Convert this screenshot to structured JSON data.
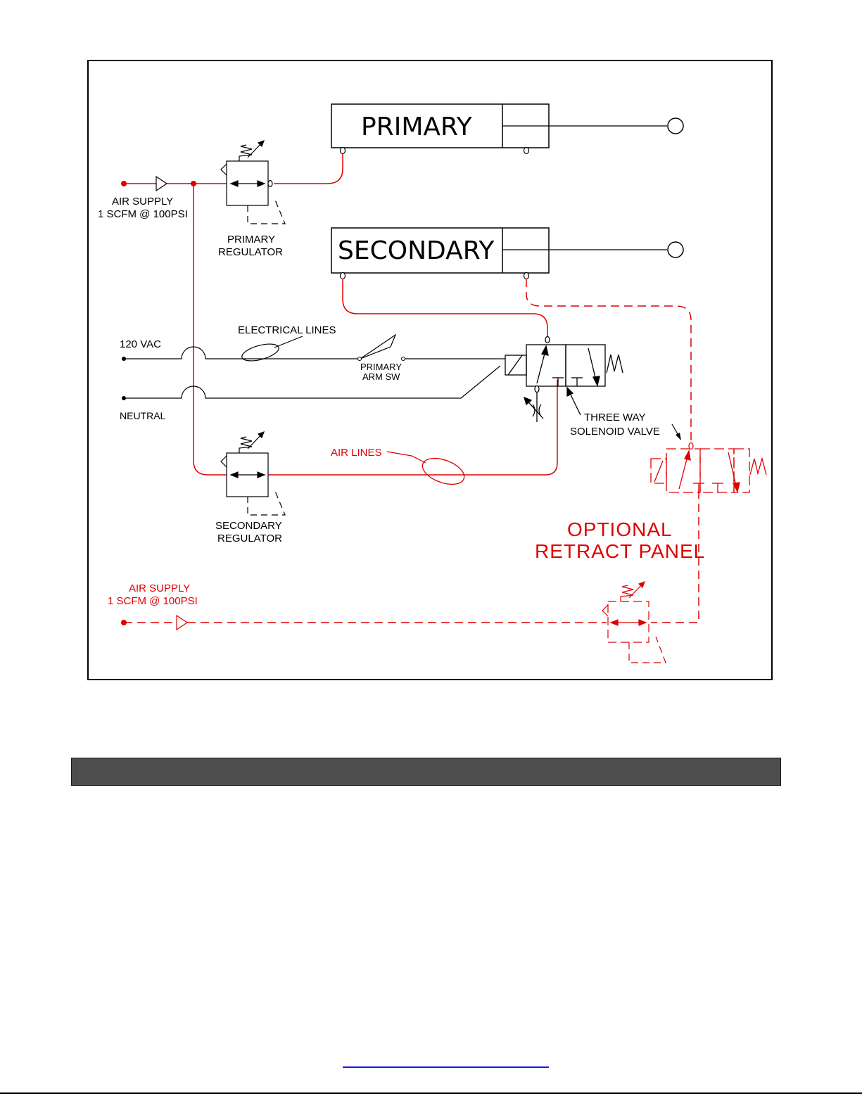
{
  "diagram": {
    "cylinders": {
      "primary": "PRIMARY",
      "secondary": "SECONDARY"
    },
    "air_supply_main": {
      "line1": "AIR SUPPLY",
      "line2": "1 SCFM @ 100PSI"
    },
    "primary_regulator": {
      "line1": "PRIMARY",
      "line2": "REGULATOR"
    },
    "secondary_regulator": {
      "line1": "SECONDARY",
      "line2": "REGULATOR"
    },
    "electrical": {
      "label": "ELECTRICAL LINES",
      "vac": "120 VAC",
      "neutral": "NEUTRAL",
      "switch_line1": "PRIMARY",
      "switch_line2": "ARM SW"
    },
    "solenoid": {
      "line1": "THREE WAY",
      "line2": "SOLENOID VALVE"
    },
    "air_lines": "AIR LINES",
    "optional_panel": {
      "line1": "OPTIONAL",
      "line2": "RETRACT PANEL"
    },
    "air_supply_optional": {
      "line1": "AIR SUPPLY",
      "line2": "1 SCFM @ 100PSI"
    },
    "colors": {
      "air_line": "#e00000",
      "electrical_line": "#000000"
    }
  }
}
